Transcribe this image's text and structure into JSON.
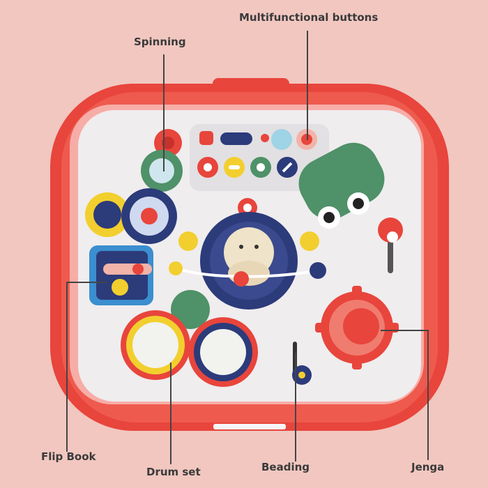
{
  "labels": {
    "multifunctional": "Multifunctional buttons",
    "spinning": "Spinning",
    "flip_book": "Flip Book",
    "drum_set": "Drum set",
    "beading": "Beading",
    "jenga": "Jenga"
  },
  "colors": {
    "background": "#f1c7c0",
    "frame_red": "#e8453c",
    "panel": "#efedee",
    "green_croc": "#4f9168",
    "navy": "#2c3b7a",
    "yellow": "#f2cf2e",
    "label_text": "#3a3a3a",
    "leader_line": "#444444"
  }
}
